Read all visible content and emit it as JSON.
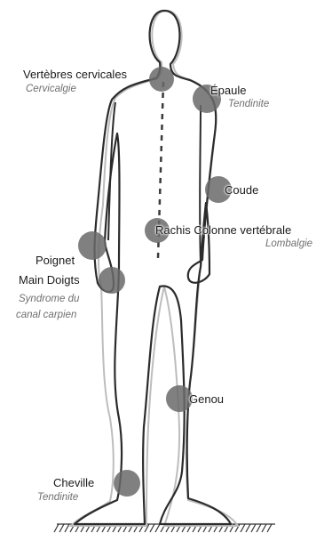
{
  "points": [
    {
      "id": "cervical",
      "label": "Vertèbres cervicales",
      "sub": "Cervicalgie"
    },
    {
      "id": "epaule",
      "label": "Épaule",
      "sub": "Tendinite"
    },
    {
      "id": "coude",
      "label": "Coude",
      "sub": ""
    },
    {
      "id": "rachis",
      "label": "Rachis Colonne vertébrale",
      "sub": "Lombalgie"
    },
    {
      "id": "poignet",
      "label": "Poignet",
      "sub": ""
    },
    {
      "id": "main",
      "label": "Main Doigts",
      "sub": "Syndrome du canal carpien"
    },
    {
      "id": "genou",
      "label": "Genou",
      "sub": ""
    },
    {
      "id": "cheville",
      "label": "Cheville",
      "sub": "Tendinite"
    }
  ],
  "texts": {
    "cervical_label": "Vertèbres cervicales",
    "cervical_sub": "Cervicalgie",
    "epaule_label": "Épaule",
    "epaule_sub": "Tendinite",
    "coude_label": "Coude",
    "rachis_label": "Rachis Colonne vertébrale",
    "rachis_sub": "Lombalgie",
    "poignet_label": "Poignet",
    "main_label": "Main Doigts",
    "main_sub_line1": "Syndrome du",
    "main_sub_line2": "canal carpien",
    "genou_label": "Genou",
    "cheville_label": "Cheville",
    "cheville_sub": "Tendinite"
  },
  "colors": {
    "outline": "#2b2b2b",
    "shadow_outline": "#b9b9b9",
    "marker": "#6a6a6a",
    "marker_opacity": "0.85"
  }
}
